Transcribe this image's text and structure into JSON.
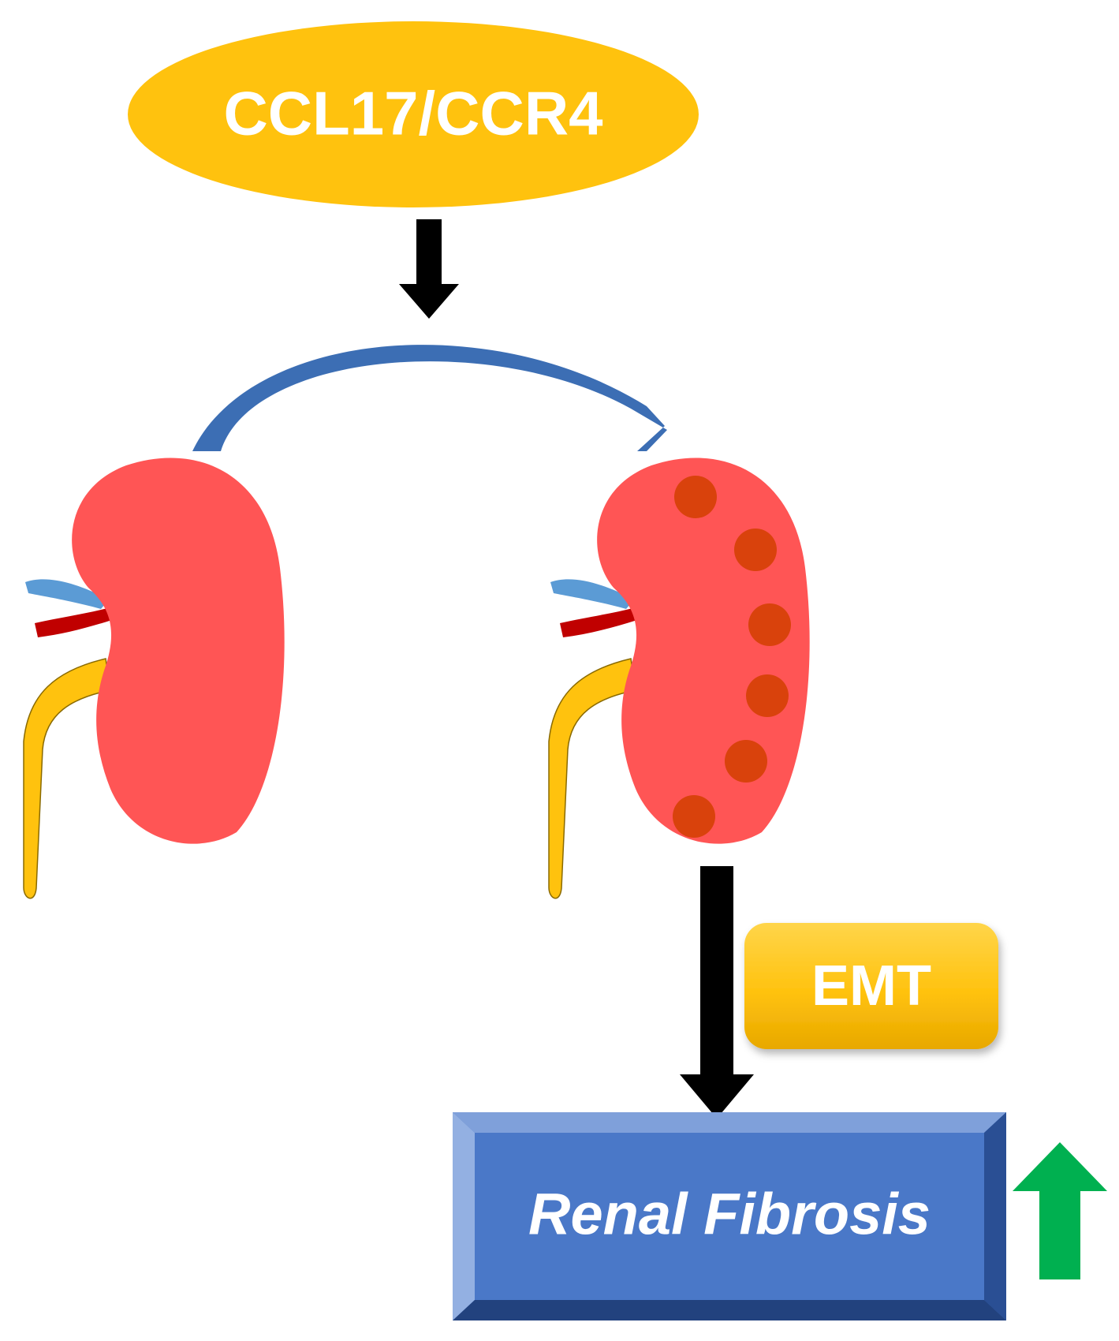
{
  "nodes": {
    "top": {
      "label": "CCL17/CCR4",
      "color": "#FFC20E",
      "text_color": "#FFFFFF"
    },
    "emt": {
      "label": "EMT",
      "color": "#FFC20E",
      "text_color": "#FFFFFF"
    },
    "outcome": {
      "label": "Renal Fibrosis",
      "color": "#4472C4",
      "text_color": "#FFFFFF"
    }
  },
  "colors": {
    "kidney": "#FF5555",
    "lesion": "#D9420C",
    "ureter": "#FFC20E",
    "vein": "#5B9BD5",
    "artery": "#C00000",
    "curved_arrow": "#3C6EB4",
    "arrow": "#000000",
    "increase_arrow": "#00B050"
  },
  "icons": {
    "healthy_kidney": "kidney-icon",
    "damaged_kidney": "damaged-kidney-icon",
    "increase": "up-arrow-icon"
  }
}
